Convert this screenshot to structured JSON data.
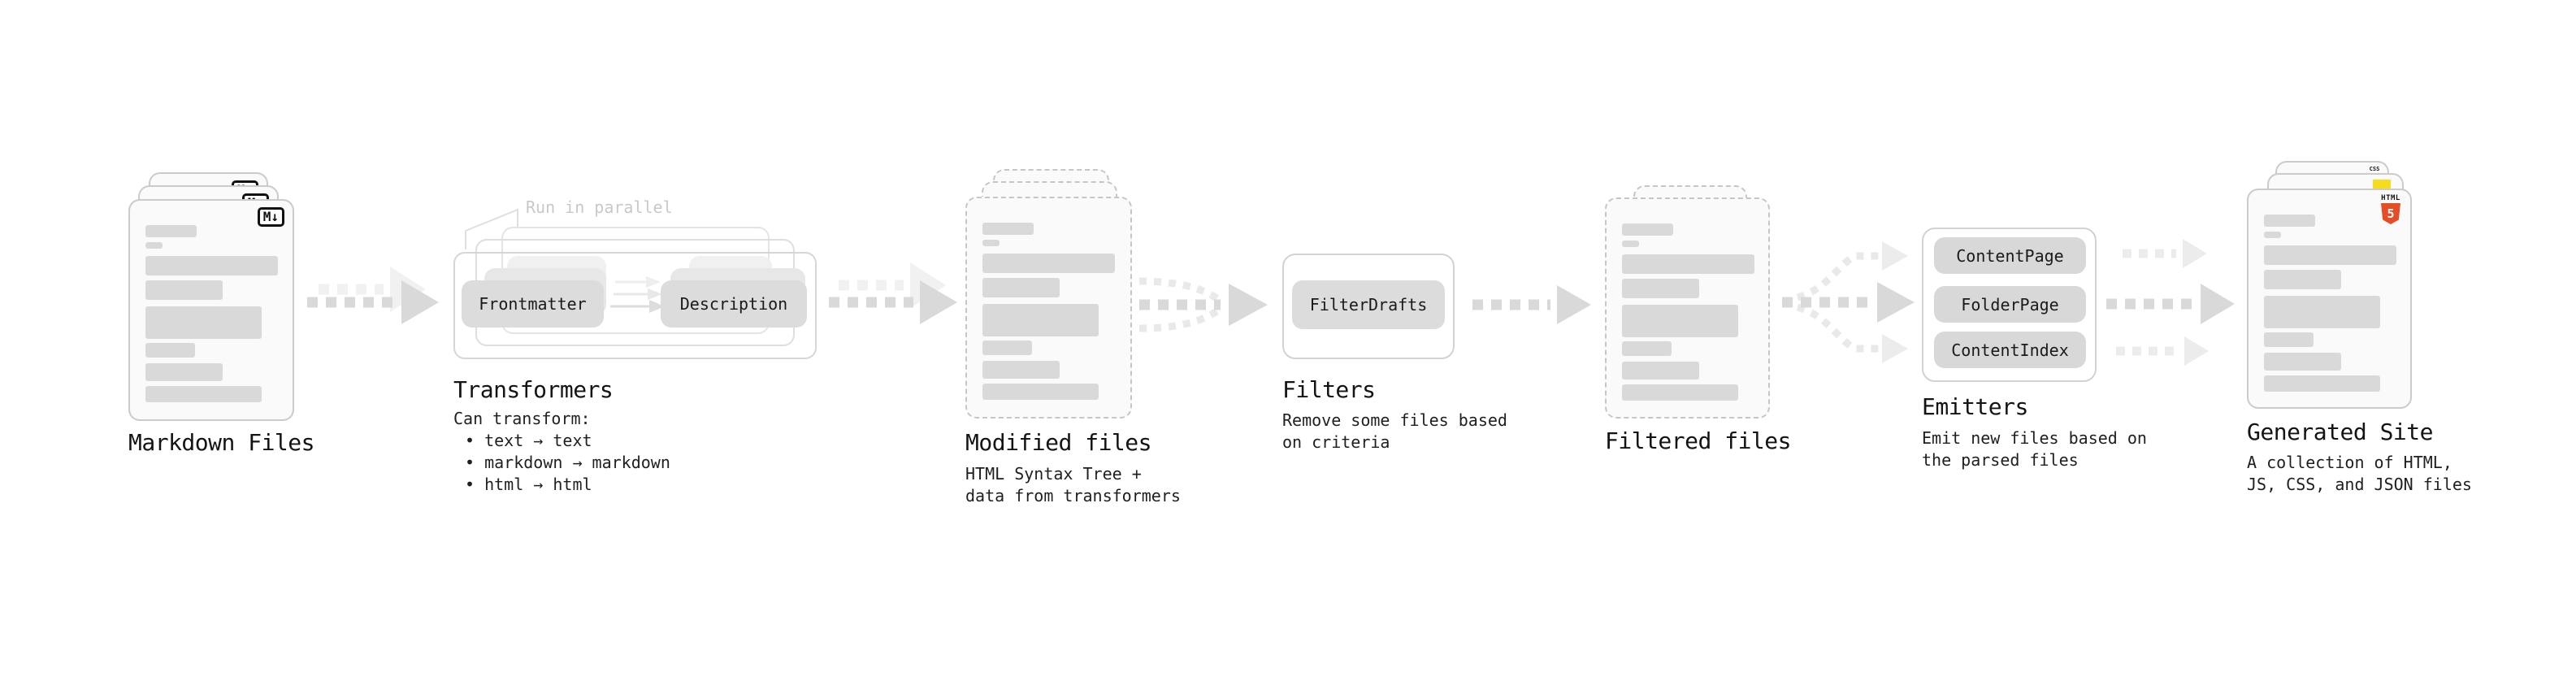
{
  "markdown_files": {
    "label": "Markdown Files",
    "badge": "M↓"
  },
  "transformers": {
    "annotation": "Run in parallel",
    "source_pill": "Frontmatter",
    "target_pill": "Description",
    "label": "Transformers",
    "desc_title": "Can transform:",
    "transforms": [
      "• text → text",
      "• markdown → markdown",
      "• html → html"
    ]
  },
  "modified_files": {
    "label": "Modified files",
    "desc": "HTML Syntax Tree +\ndata from transformers"
  },
  "filters": {
    "pill": "FilterDrafts",
    "label": "Filters",
    "desc": "Remove some files based\non criteria"
  },
  "filtered_files": {
    "label": "Filtered files"
  },
  "emitters": {
    "pills": [
      "ContentPage",
      "FolderPage",
      "ContentIndex"
    ],
    "label": "Emitters",
    "desc": "Emit new files based on\nthe parsed files"
  },
  "generated_site": {
    "label": "Generated Site",
    "desc": "A collection of HTML,\nJS, CSS, and JSON files",
    "badge_html": "HTML",
    "badge_html_number": "5",
    "badge_css": "CSS"
  },
  "colors": {
    "arrow_gray": "#d9d9d9",
    "arrow_light": "#ececec",
    "skeleton_bar": "#d9d9d9",
    "pill_gray": "#dcdcdc",
    "html5_orange": "#e44d26",
    "js_yellow": "#f5dd1e",
    "css_blue": "#2965f1"
  }
}
